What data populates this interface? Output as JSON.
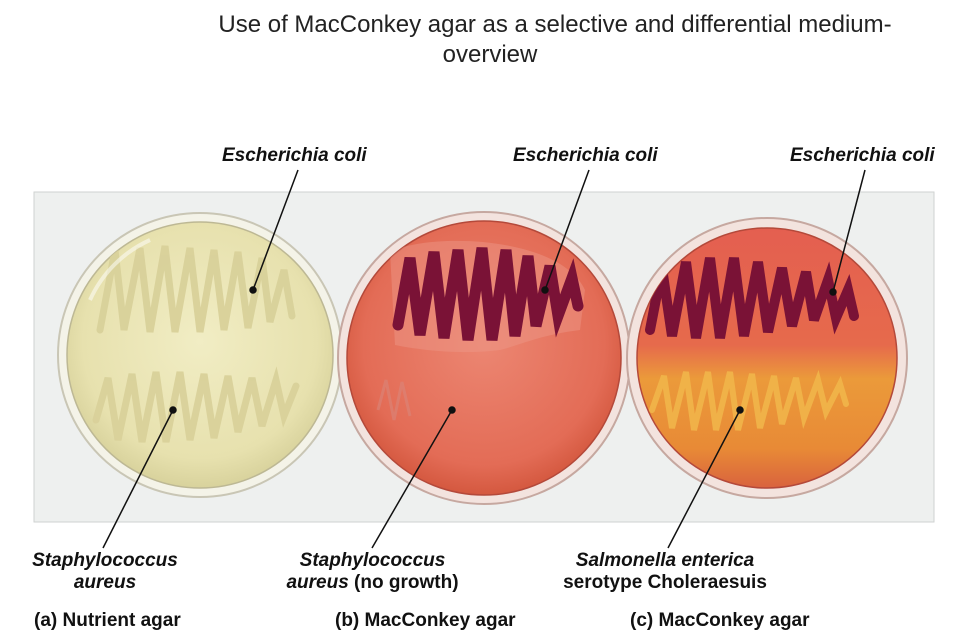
{
  "title": {
    "line1": "Use of MacConkey agar as a selective and differential medium-",
    "line2": "overview"
  },
  "labels": {
    "plate_a_top": "Escherichia coli",
    "plate_b_top": "Escherichia coli",
    "plate_c_top": "Escherichia coli",
    "plate_a_bottom_1": "Staphylococcus",
    "plate_a_bottom_2": "aureus",
    "plate_b_bottom_1": "Staphylococcus",
    "plate_b_bottom_2_italic": "aureus",
    "plate_b_bottom_2_normal": " (no growth)",
    "plate_c_bottom_1": "Salmonella enterica",
    "plate_c_bottom_2": "serotype Choleraesuis"
  },
  "captions": {
    "a": "(a) Nutrient agar",
    "b": "(b) MacConkey agar",
    "c": "(c) MacConkey agar"
  },
  "colors": {
    "nutrient_agar": "#e9e4b4",
    "macconkey_agar": "#e7735e",
    "lactose_fermenter_growth": "#7a1236",
    "non_fermenter_zone": "#e89a32",
    "background_panel": "#eef0ef"
  }
}
